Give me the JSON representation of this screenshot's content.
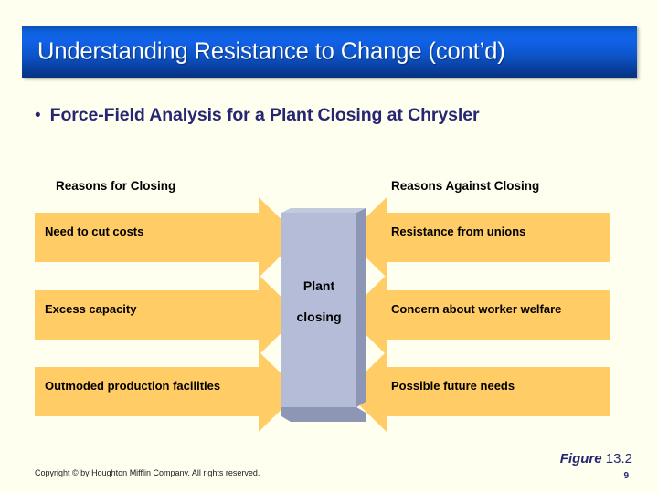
{
  "slide": {
    "title": "Understanding Resistance to Change (cont’d)",
    "bullet_marker": "•",
    "bullet_text": "Force-Field Analysis for a Plant Closing at Chrysler",
    "background_color": "#fffff0",
    "title_bar_color": "#0d5fd8",
    "accent_color": "#ffcc66",
    "center_box_color": "#b0b9d8",
    "text_color": "#262673"
  },
  "diagram": {
    "left_column_heading": "Reasons for Closing",
    "right_column_heading": "Reasons Against Closing",
    "center_label_line1": "Plant",
    "center_label_line2": "closing",
    "driving_forces": [
      "Need to cut costs",
      "Excess capacity",
      "Outmoded production facilities"
    ],
    "restraining_forces": [
      "Resistance from unions",
      "Concern about worker welfare",
      "Possible future needs"
    ]
  },
  "footer": {
    "copyright": "Copyright © by Houghton Mifflin Company. All rights reserved.",
    "figure_word": "Figure",
    "figure_number": "13.2",
    "page_number": "9"
  }
}
